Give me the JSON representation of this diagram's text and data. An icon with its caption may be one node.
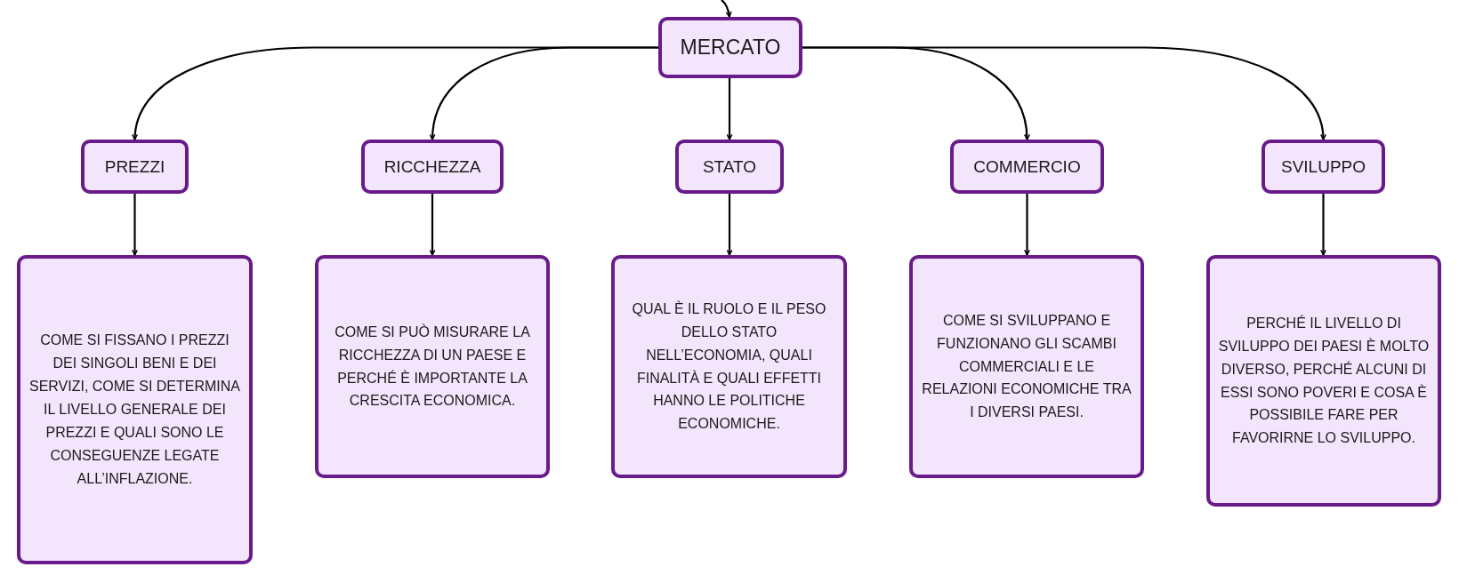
{
  "diagram": {
    "nodes": [
      {
        "text": [
          "MERCATO"
        ]
      },
      {
        "text": [
          "PREZZI"
        ]
      },
      {
        "text": [
          "RICCHEZZA"
        ]
      },
      {
        "text": [
          "STATO"
        ]
      },
      {
        "text": [
          "COMMERCIO"
        ]
      },
      {
        "text": [
          "SVILUPPO"
        ]
      },
      {
        "text": [
          "COME SI FISSANO I PREZZI DEI SINGOLI BENI E DEI SERVIZI, COME SI DETERMINA IL LIVELLO GENERALE DEI PREZZI E QUALI SONO LE CONSEGUENZE LEGATE ALL’INFLAZIONE."
        ]
      },
      {
        "text": [
          "COME SI PUÒ MISURARE LA RICCHEZZA DI UN PAESE E PERCHÉ È IMPORTANTE LA CRESCITA ECONOMICA."
        ]
      },
      {
        "text": [
          "QUAL È IL RUOLO E IL PESO DELLO STATO NELL’ECONOMIA, QUALI FINALITÀ E QUALI EFFETTI HANNO LE POLITICHE ECONOMICHE."
        ]
      },
      {
        "text": [
          "COME SI SVILUPPANO E FUNZIONANO GLI SCAMBI COMMERCIALI E LE RELAZIONI ECONOMICHE TRA I DIVERSI PAESI."
        ]
      },
      {
        "text": [
          "PERCHÉ IL LIVELLO DI SVILUPPO DEI PAESI È MOLTO DIVERSO, PERCHÉ ALCUNI DI ESSI SONO POVERI E COSA È POSSIBILE FARE PER FAVORIRNE LO SVILUPPO."
        ]
      }
    ],
    "edges": [
      {
        "from": null,
        "to": 0,
        "arrow": "to"
      },
      {
        "from": 0,
        "to": 1,
        "arrow": "to"
      },
      {
        "from": 0,
        "to": 2,
        "arrow": "to"
      },
      {
        "from": 0,
        "to": 3,
        "arrow": "to"
      },
      {
        "from": 0,
        "to": 4,
        "arrow": "to"
      },
      {
        "from": 0,
        "to": 5,
        "arrow": "to"
      },
      {
        "from": 1,
        "to": 6,
        "arrow": "to"
      },
      {
        "from": 2,
        "to": 7,
        "arrow": "to"
      },
      {
        "from": 3,
        "to": 8,
        "arrow": "to"
      },
      {
        "from": 4,
        "to": 9,
        "arrow": "to"
      },
      {
        "from": 5,
        "to": 10,
        "arrow": "to"
      }
    ]
  }
}
